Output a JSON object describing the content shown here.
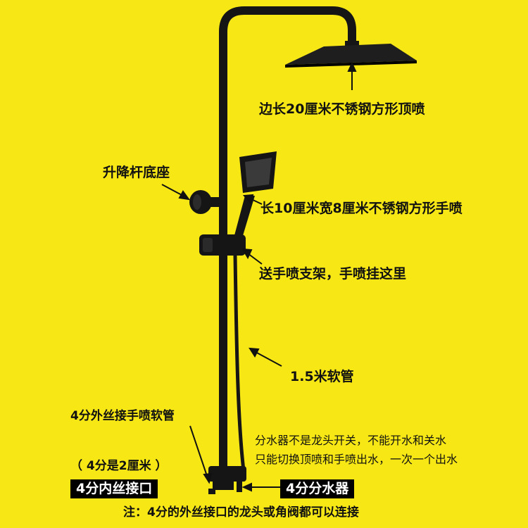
{
  "colors": {
    "background": "#f7e815",
    "fixture": "#151515",
    "text": "#111111",
    "box_bg": "#000000",
    "box_text": "#ffffff"
  },
  "labels": {
    "top_shower": "边长20厘米不锈钢方形顶喷",
    "riser_base": "升降杆底座",
    "hand_shower": "长10厘米宽8厘米不锈钢方形手喷",
    "bracket": "送手喷支架，手喷挂这里",
    "hose": "1.5米软管",
    "male_thread": "4分外丝接手喷软管",
    "diverter_note_line1": "分水器不是龙头开关，不能开水和关水",
    "diverter_note_line2": "只能切换顶喷和手喷出水，一次一个出水",
    "size_note": "（ 4分是2厘米 ）",
    "female_thread": "4分内丝接口",
    "diverter": "4分分水器",
    "footnote": "注：4分的外丝接口的龙头或角阀都可以连接"
  }
}
